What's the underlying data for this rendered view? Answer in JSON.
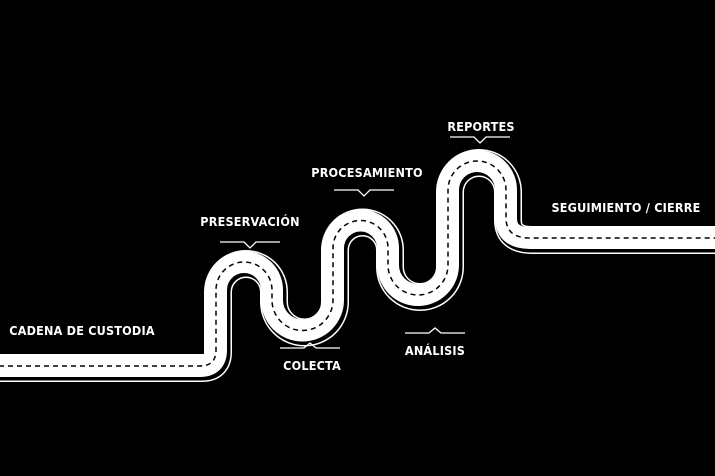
{
  "colors": {
    "background": "#000000",
    "road": "#ffffff",
    "lane": "#000000"
  },
  "stages": [
    {
      "label": "CADENA DE CUSTODIA"
    },
    {
      "label": "PRESERVACIÓN"
    },
    {
      "label": "COLECTA"
    },
    {
      "label": "PROCESAMIENTO"
    },
    {
      "label": "ANÁLISIS"
    },
    {
      "label": "REPORTES"
    },
    {
      "label": "SEGUIMIENTO / CIERRE"
    }
  ]
}
